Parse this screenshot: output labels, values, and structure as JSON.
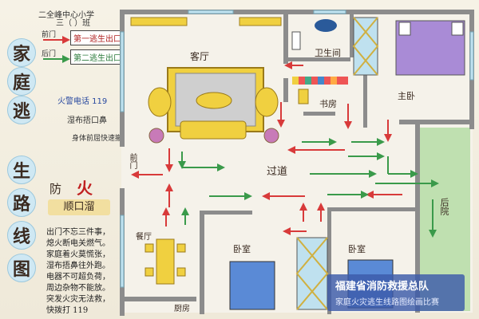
{
  "header": {
    "line1": "二全峰中心小学",
    "line2": "三（   ）班"
  },
  "title_chars": [
    "家",
    "庭",
    "逃",
    "生",
    "路",
    "线",
    "图"
  ],
  "legend": {
    "items": [
      {
        "label": "前门",
        "text": "第一逃生出口",
        "color": "#d83a3a"
      },
      {
        "label": "后门",
        "text": "第二逃生出口",
        "color": "#3a9a4a"
      }
    ]
  },
  "notes": [
    "火警电话 119",
    "湿布捂口鼻",
    "身体前屈快速撤"
  ],
  "fire_section": {
    "title_a": "防",
    "title_b": "火",
    "subtitle": "顺口溜",
    "lines": [
      "出门不忘三件事，",
      "熄火断电关燃气。",
      "家庭着火莫慌张，",
      "湿布捂鼻往外跑。",
      "电器不可超负荷，",
      "周边杂物不能放。",
      "突发火灾无法救，",
      "快拨打 119"
    ]
  },
  "rooms": {
    "living": "客厅",
    "bath": "卫生间",
    "study": "书房",
    "master": "主卧",
    "hall": "过道",
    "front_door": "前门",
    "dining": "餐厅",
    "kitchen": "厨房",
    "bed1": "卧室",
    "bed2": "卧室",
    "backyard": "后院"
  },
  "badge": {
    "line1": "福建省消防救援总队",
    "line2": "家庭火灾逃生线路图绘画比赛"
  },
  "colors": {
    "red_arrow": "#d83a3a",
    "green_arrow": "#3a9a4a",
    "wall": "#8c8c8c",
    "sofa": "#e8c030",
    "bed": "#a98bd6",
    "floor": "#f5f2ea",
    "badge": "#3c5aaa"
  }
}
